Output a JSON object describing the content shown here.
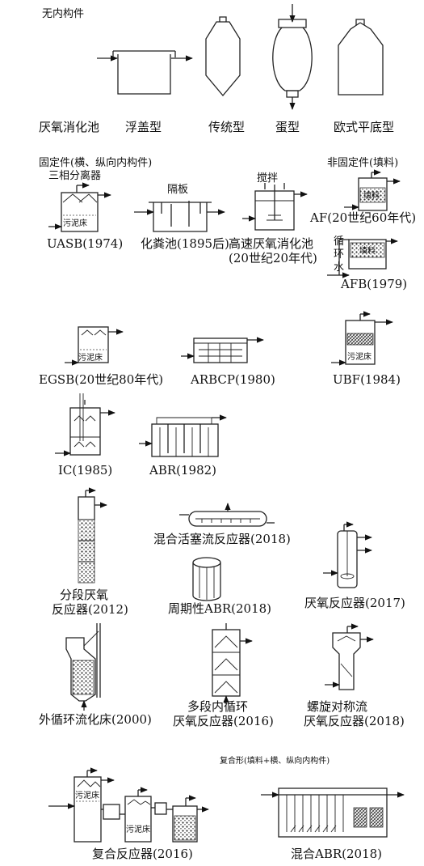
{
  "section_plain": {
    "title": "无内构件"
  },
  "plain_types": [
    {
      "key": "digester",
      "label": "厌氧消化池"
    },
    {
      "key": "floating",
      "label": "浮盖型"
    },
    {
      "key": "traditional",
      "label": "传统型"
    },
    {
      "key": "egg",
      "label": "蛋型"
    },
    {
      "key": "european",
      "label": "欧式平底型"
    }
  ],
  "section_fixed": {
    "title": "固定件(横、纵向内构件)",
    "subtitle": "三相分离器"
  },
  "section_unfixed": {
    "title": "非固定件(填料)"
  },
  "reactors": {
    "uasb": {
      "label": "UASB(1974)",
      "bed": "污泥床"
    },
    "septic": {
      "label": "化粪池(1895后)",
      "part": "隔板"
    },
    "hsad": {
      "label1": "高速厌氧消化池",
      "label2": "(20世纪20年代)",
      "part": "搅拌"
    },
    "af": {
      "label": "AF(20世纪60年代)",
      "fill": "填料"
    },
    "afb": {
      "label": "AFB(1979)",
      "fill": "填料",
      "recycle": [
        "循",
        "环",
        "水"
      ]
    },
    "egsb": {
      "label": "EGSB(20世纪80年代)",
      "bed": "污泥床"
    },
    "arbcp": {
      "label": "ARBCP(1980)"
    },
    "ubf": {
      "label": "UBF(1984)",
      "bed": "污泥床"
    },
    "ic": {
      "label": "IC(1985)"
    },
    "abr": {
      "label": "ABR(1982)"
    },
    "staged": {
      "label1": "分段厌氧",
      "label2": "反应器(2012)"
    },
    "plug": {
      "label": "混合活塞流反应器(2018)"
    },
    "periodic": {
      "label": "周期性ABR(2018)"
    },
    "anaerobic": {
      "label": "厌氧反应器(2017)"
    },
    "efb": {
      "label": "外循环流化床(2000)"
    },
    "multistage": {
      "label1": "多段内循环",
      "label2": "厌氧反应器(2016)"
    },
    "spiral": {
      "label1": "螺旋对称流",
      "label2": "厌氧反应器(2018)"
    },
    "composite_note": "复合形(填料+横、纵向内构件)",
    "composite": {
      "label": "复合反应器(2016)",
      "bed1": "污泥床",
      "bed2": "污泥床"
    },
    "hybrid_abr": {
      "label": "混合ABR(2018)"
    }
  }
}
